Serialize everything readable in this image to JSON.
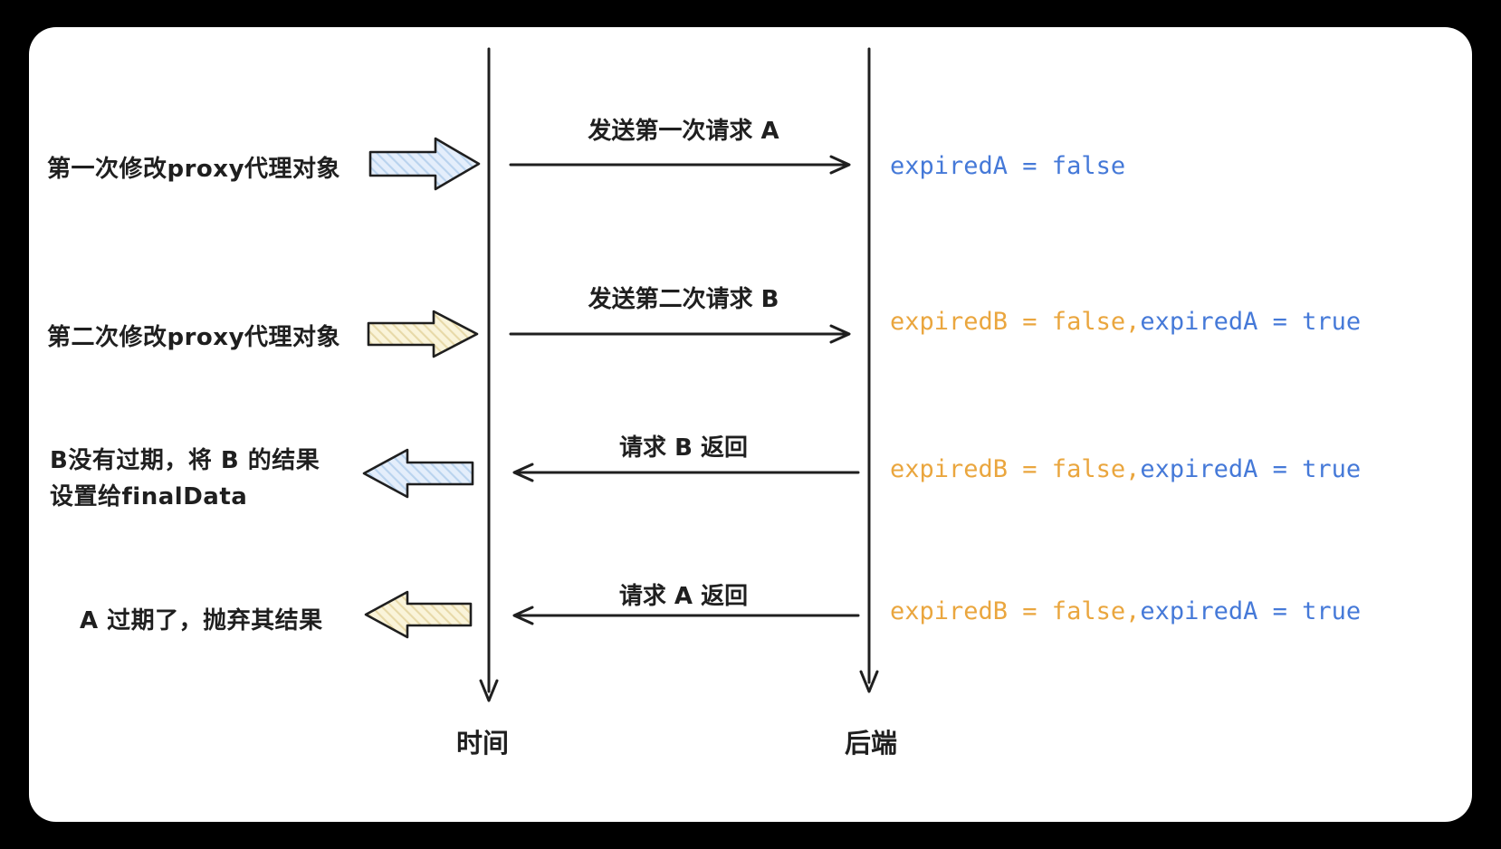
{
  "colors": {
    "page_bg": "#000000",
    "panel_bg": "#ffffff",
    "ink": "#1f1f1f",
    "blue_text": "#4579d8",
    "orange_text": "#eaa63e",
    "blue_arrow_fill": "#e4eefb",
    "blue_arrow_hatch": "#b9d3ee",
    "yellow_arrow_fill": "#faf4da",
    "yellow_arrow_hatch": "#e7d9a8"
  },
  "axes": {
    "time": {
      "label": "时间"
    },
    "backend": {
      "label": "后端"
    }
  },
  "rows": [
    {
      "left_note": "第一次修改proxy代理对象",
      "block_arrow": "blue-right",
      "message": "发送第一次请求 A",
      "message_direction": "right",
      "state_segments": [
        {
          "text": "expiredA = false",
          "color": "blue"
        }
      ]
    },
    {
      "left_note": "第二次修改proxy代理对象",
      "block_arrow": "yellow-right",
      "message": "发送第二次请求 B",
      "message_direction": "right",
      "state_segments": [
        {
          "text": "expiredB = false,",
          "color": "orange"
        },
        {
          "text": "expiredA = true",
          "color": "blue"
        }
      ]
    },
    {
      "left_note_line1": "B没有过期，将 B 的结果",
      "left_note_line2": "设置给finalData",
      "block_arrow": "blue-left",
      "message": "请求 B 返回",
      "message_direction": "left",
      "state_segments": [
        {
          "text": "expiredB = false,",
          "color": "orange"
        },
        {
          "text": "expiredA = true",
          "color": "blue"
        }
      ]
    },
    {
      "left_note": "A 过期了，抛弃其结果",
      "block_arrow": "yellow-left",
      "message": "请求 A 返回",
      "message_direction": "left",
      "state_segments": [
        {
          "text": "expiredB = false,",
          "color": "orange"
        },
        {
          "text": "expiredA = true",
          "color": "blue"
        }
      ]
    }
  ]
}
